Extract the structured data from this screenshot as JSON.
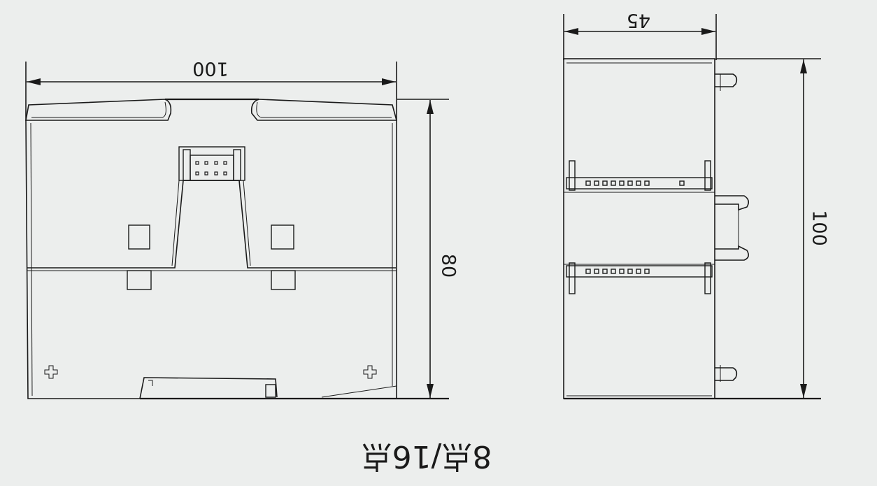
{
  "front_view": {
    "width_label": "100",
    "height_label": "80"
  },
  "side_view": {
    "depth_label": "45",
    "height_label": "100"
  },
  "caption": "8点/16点",
  "colors": {
    "background": "#eceeed",
    "line": "#1a1a1a"
  }
}
